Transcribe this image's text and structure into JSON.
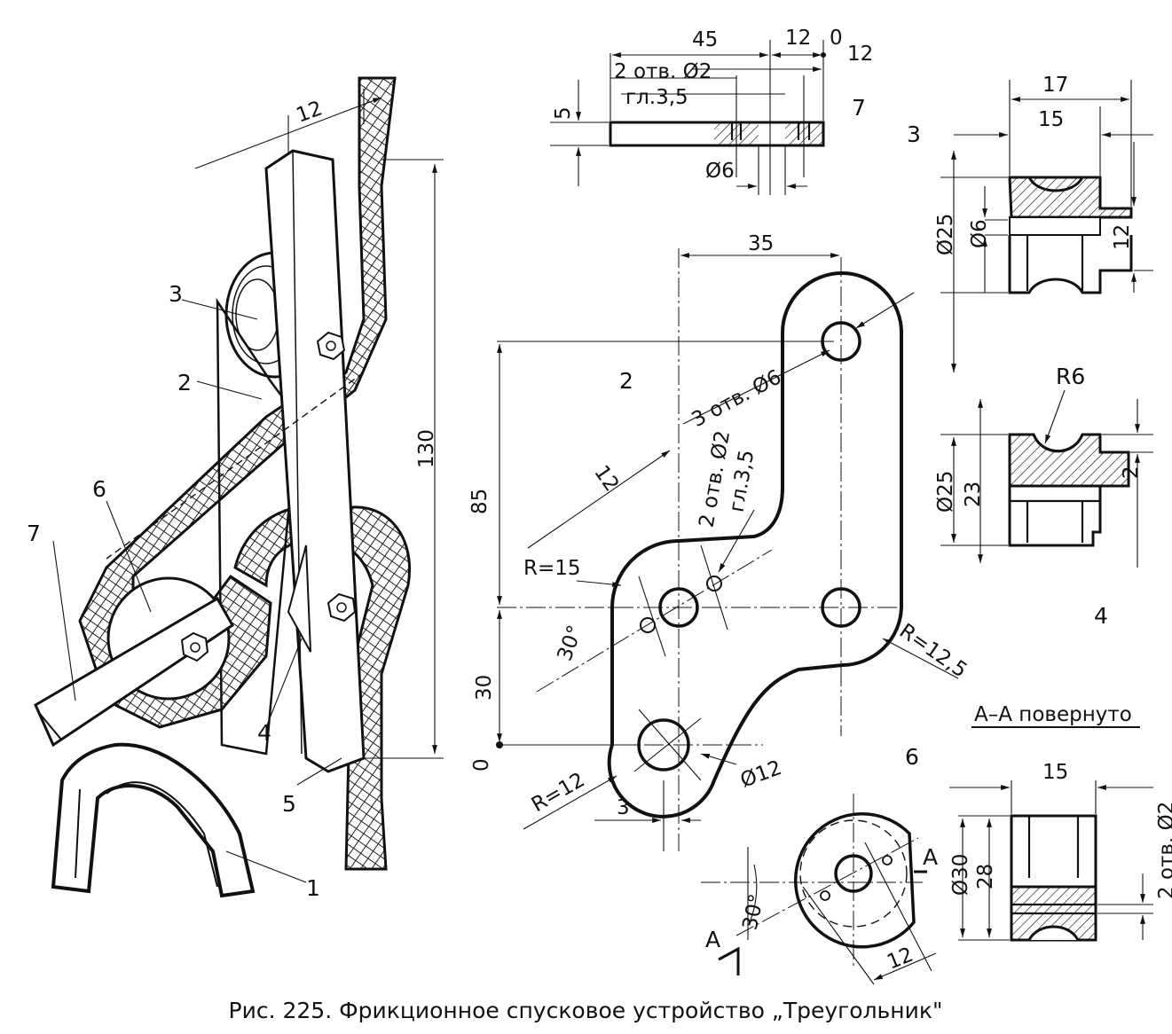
{
  "caption": "Рис. 225. Фрикционное спусковое устройство „Треугольник\"",
  "assembly": {
    "parts": [
      "1",
      "2",
      "3",
      "4",
      "5",
      "6",
      "7"
    ],
    "dim_12": "12",
    "dim_130": "130"
  },
  "part7": {
    "label": "7",
    "dim_45": "45",
    "dim_12a": "12",
    "dim_0": "0",
    "dim_12b": "12",
    "holes": "2 отв. Ø2",
    "depth": "гл.3,5",
    "dim_5": "5",
    "dia6": "Ø6"
  },
  "part2": {
    "label": "2",
    "dim_35": "35",
    "holes3": "3 отв. Ø6",
    "dim_85": "85",
    "dim_12": "12",
    "holes2": "2 отв. Ø2",
    "depth": "гл.3,5",
    "r15": "R=15",
    "a30": "30°",
    "d30": "30",
    "d0": "0",
    "r12_5": "R=12,5",
    "r12": "R=12",
    "d3": "3",
    "dia12": "Ø12"
  },
  "part3": {
    "label": "3",
    "dim_17": "17",
    "dim_15": "15",
    "dia25": "Ø25",
    "dia6": "Ø6",
    "dim_12": "12"
  },
  "part4": {
    "label": "4",
    "r6": "R6",
    "dia25": "Ø25",
    "dim_23": "23",
    "dim_2": "2"
  },
  "part6": {
    "label": "6",
    "section": "А–А повернуто",
    "dim_15": "15",
    "dia30": "Ø30",
    "dim_28": "28",
    "holes": "2 отв. Ø2",
    "a30": "30°",
    "dim_12": "12",
    "markA": "А"
  }
}
